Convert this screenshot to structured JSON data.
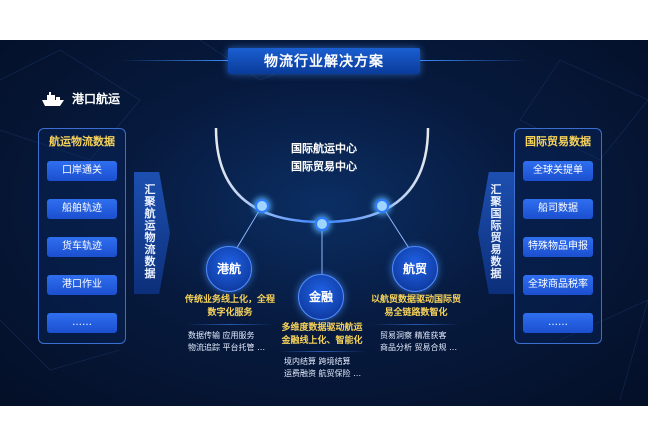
{
  "title": "物流行业解决方案",
  "section_label": "港口航运",
  "left_panel": {
    "title": "航运物流数据",
    "items": [
      "口岸通关",
      "船舶轨迹",
      "货车轨迹",
      "港口作业",
      "……"
    ],
    "arrow_text": "汇聚航运物流数据"
  },
  "right_panel": {
    "title": "国际贸易数据",
    "items": [
      "全球关提单",
      "船司数据",
      "特殊物品申报",
      "全球商品税率",
      "……"
    ],
    "arrow_text": "汇聚国际贸易数据"
  },
  "center": {
    "line1": "国际航运中心",
    "line2": "国际贸易中心"
  },
  "nodes": {
    "port": {
      "label": "港航",
      "desc1": "传统业务线上化，全程",
      "desc2": "数字化服务",
      "row1": "数据传输  应用服务",
      "row2": "物流追踪  平台托管 …"
    },
    "finance": {
      "label": "金融",
      "desc1": "多维度数据驱动航运",
      "desc2": "金融线上化、智能化",
      "row1": "境内结算  跨境结算",
      "row2": "运费融资  航贸保险 …"
    },
    "trade": {
      "label": "航贸",
      "desc1": "以航贸数据驱动国际贸",
      "desc2": "易全链路数智化",
      "row1": "贸易洞察  精准获客",
      "row2": "商品分析  贸易合规 …"
    }
  },
  "colors": {
    "accent_yellow": "#f6d25a",
    "button_blue": "#2f6ff0",
    "background": "#071a3e"
  }
}
